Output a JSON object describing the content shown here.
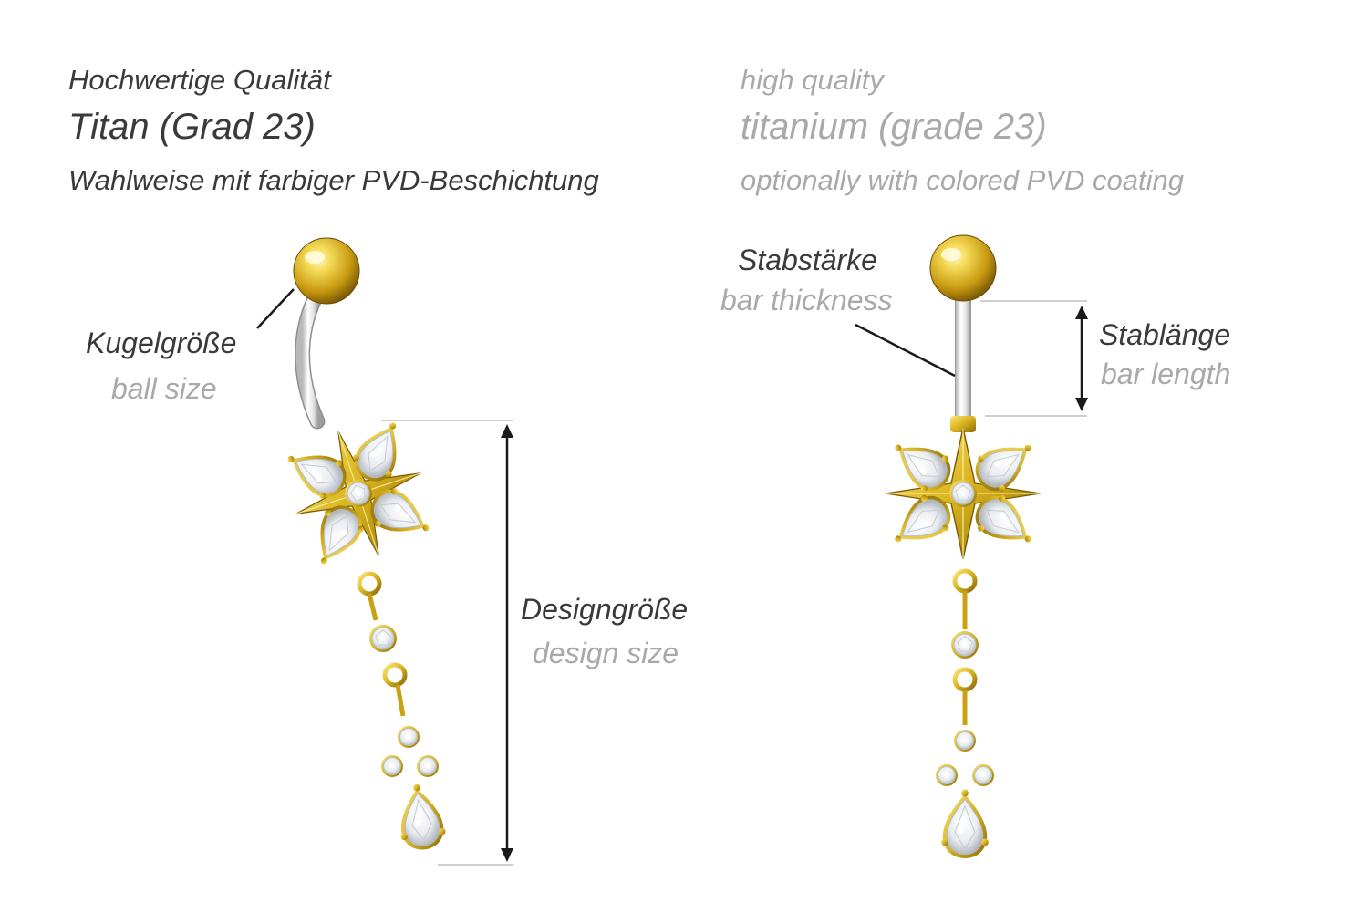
{
  "header_de": {
    "line1": "Hochwertige Qualität",
    "line2": "Titan (Grad 23)",
    "line3": "Wahlweise mit farbiger PVD-Beschichtung"
  },
  "header_en": {
    "line1": "high quality",
    "line2": "titanium (grade 23)",
    "line3": "optionally with colored PVD coating"
  },
  "labels": {
    "ball_size": {
      "de": "Kugelgröße",
      "en": "ball size"
    },
    "design_size": {
      "de": "Designgröße",
      "en": "design size"
    },
    "bar_thickness": {
      "de": "Stabstärke",
      "en": "bar thickness"
    },
    "bar_length": {
      "de": "Stablänge",
      "en": "bar length"
    }
  },
  "colors": {
    "gold": "#d8b21c",
    "gold_light": "#f5dc5a",
    "gold_dark": "#8a6a08",
    "bar": "#dcdcdc",
    "stone": "#eef0f2",
    "guide_line": "#cfcfcf",
    "dimension_line": "#1a1a1a"
  }
}
